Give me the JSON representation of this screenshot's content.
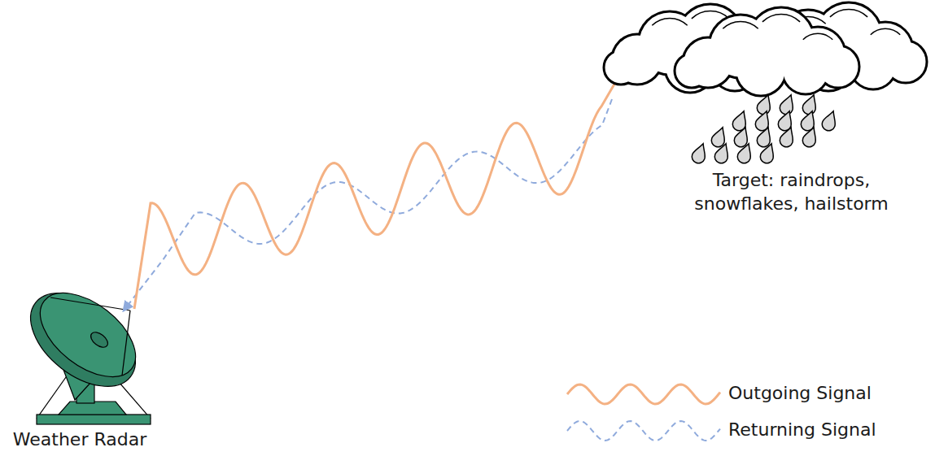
{
  "diagram": {
    "labels": [
      "Weather Radar",
      "Target: raindrops, snowflakes, hailstorm"
    ],
    "legend": [
      {
        "text": "Outgoing Signal"
      },
      {
        "text": "Returning Signal"
      }
    ]
  }
}
